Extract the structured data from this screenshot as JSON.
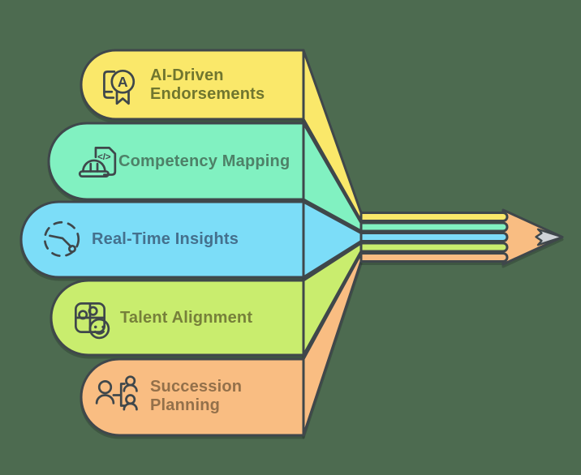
{
  "colors": {
    "background": "#4D6B50",
    "outline": "#3F474B",
    "pencil_wood": "#F9BD82",
    "pencil_lead": "#CFD3D7"
  },
  "items": [
    {
      "label": "AI-Driven Endorsements",
      "icon": "certificate-badge-icon",
      "icon_text": "A",
      "color": "#FAE86A",
      "text_color": "#70762F"
    },
    {
      "label": "Competency Mapping",
      "icon": "code-document-hardhat-icon",
      "icon_text": "</>",
      "color": "#81F1C1",
      "text_color": "#4E8168"
    },
    {
      "label": "Real-Time Insights",
      "icon": "realtime-gauge-icon",
      "icon_text": "",
      "color": "#7CDDF8",
      "text_color": "#44708D"
    },
    {
      "label": "Talent Alignment",
      "icon": "puzzle-smiley-icon",
      "icon_text": "",
      "color": "#C9ED6E",
      "text_color": "#76803A"
    },
    {
      "label": "Succession Planning",
      "icon": "org-chart-icon",
      "icon_text": "",
      "color": "#F9BD82",
      "text_color": "#93704A"
    }
  ]
}
